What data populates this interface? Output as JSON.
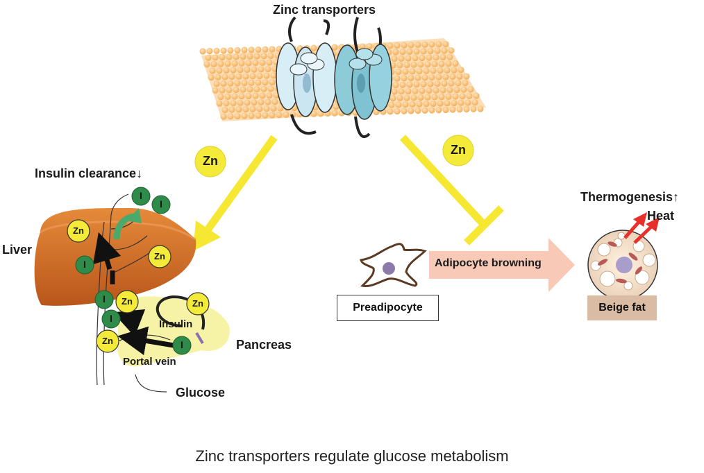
{
  "header": {
    "title": "Zinc transporters"
  },
  "zinc_badges": {
    "zn": "Zn",
    "insulin_mark": "I"
  },
  "liver_panel": {
    "liver_label": "Liver",
    "insulin_clearance_label": "Insulin clearance↓",
    "insulin_label": "Insulin",
    "pancreas_label": "Pancreas",
    "portal_vein_label": "Portal vein",
    "glucose_label": "Glucose"
  },
  "fat_panel": {
    "preadipocyte_label": "Preadipocyte",
    "browning_label": "Adipocyte browning",
    "thermogenesis_label": "Thermogenesis↑",
    "heat_label": "Heat",
    "beige_fat_label": "Beige fat"
  },
  "caption": "Zinc transporters regulate glucose metabolism",
  "colors": {
    "membrane": "#f7b766",
    "transporter_light": "#d8eef6",
    "transporter_dark": "#7fc3d3",
    "yellow_arrow": "#f6e733",
    "zn_circle": "#f4ea3a",
    "insulin_green": "#2e8b4a",
    "liver": "#d9772a",
    "pancreas": "#f6f2a6",
    "browning_arrow": "#f8c9b6",
    "beige_box": "#d9bca3",
    "heat_arrow": "#e8302b"
  }
}
